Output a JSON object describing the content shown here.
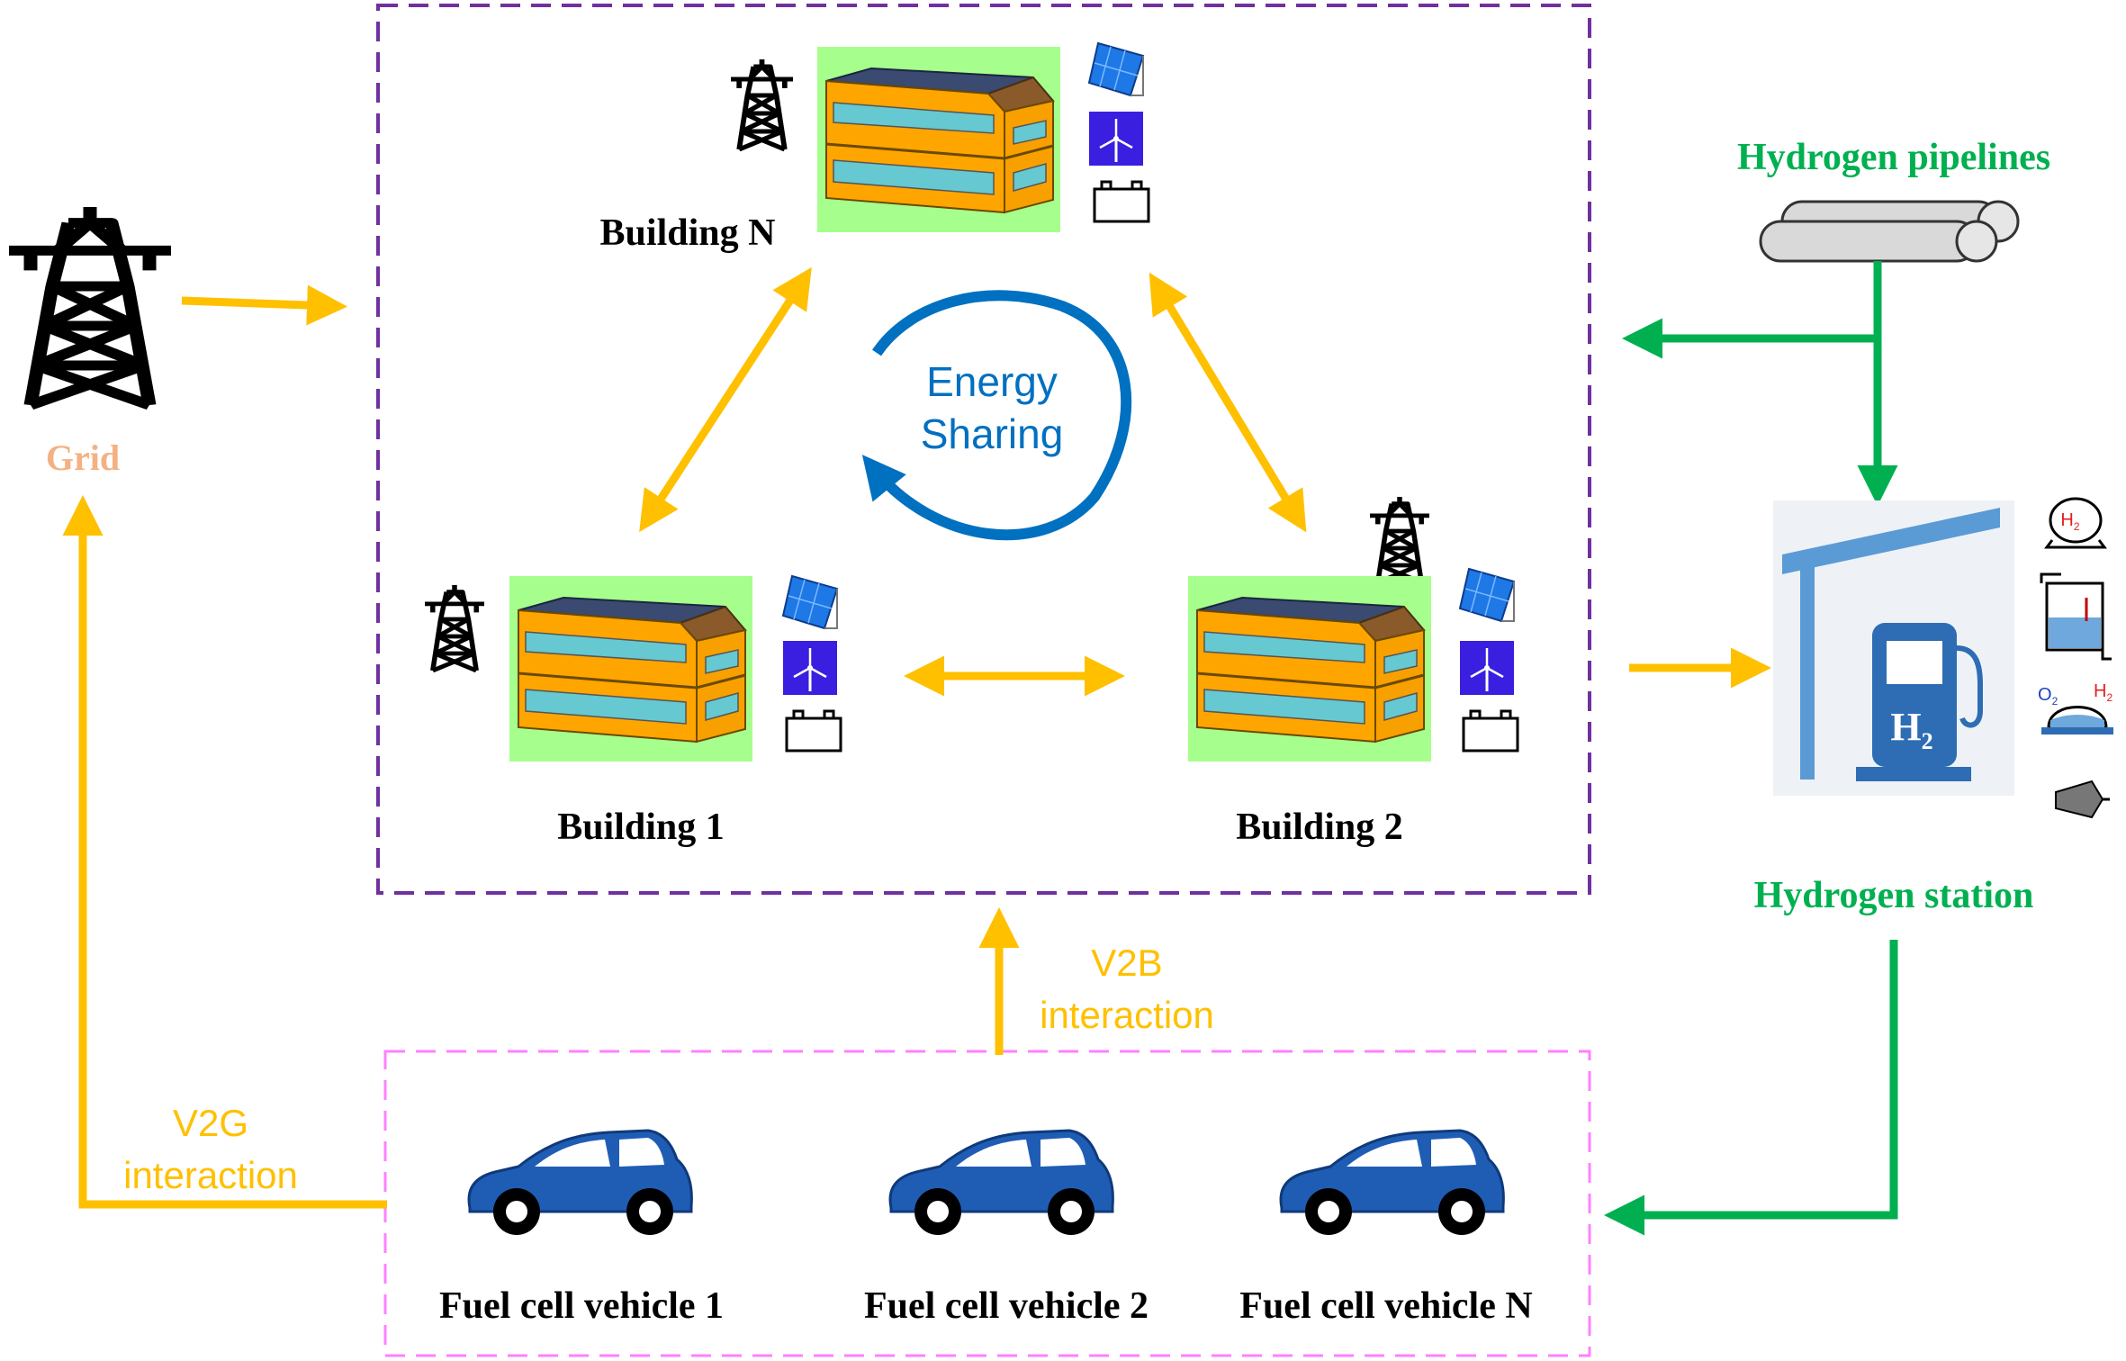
{
  "colors": {
    "power_arrow": "#FFC000",
    "hydrogen_arrow": "#00B050",
    "energy_sharing": "#0070C0",
    "grid_label": "#F4B183",
    "building_group_border": "#7030A0",
    "vehicle_group_border": "#FF80FF",
    "hydrogen_label": "#00B050",
    "building_bg": "#A6FF8C",
    "building_body": "#FFA500",
    "car_body": "#1F5DB5"
  },
  "labels": {
    "grid": "Grid",
    "building_n": "Building N",
    "building_1": "Building 1",
    "building_2": "Building 2",
    "energy_sharing_line1": "Energy",
    "energy_sharing_line2": "Sharing",
    "hydrogen_pipelines": "Hydrogen pipelines",
    "hydrogen_station": "Hydrogen station",
    "v2b_line1": "V2B",
    "v2b_line2": "interaction",
    "v2g_line1": "V2G",
    "v2g_line2": "interaction",
    "vehicle_1": "Fuel cell vehicle 1",
    "vehicle_2": "Fuel cell vehicle 2",
    "vehicle_n": "Fuel cell vehicle N",
    "h2_pump": "H",
    "h2_pump_sub": "2",
    "h2_tank": "H",
    "h2_tank_sub": "2",
    "electrolyzer_o2": "O",
    "electrolyzer_o2_sub": "2",
    "electrolyzer_h2": "H",
    "electrolyzer_h2_sub": "2"
  },
  "icons": [
    "transmission-tower-icon",
    "solar-panel-icon",
    "wind-turbine-icon",
    "battery-icon",
    "pipeline-icon",
    "fuel-pump-icon",
    "hydrogen-tank-icon",
    "electrolyzer-icon",
    "fuel-cell-icon",
    "compressor-icon",
    "car-icon"
  ]
}
